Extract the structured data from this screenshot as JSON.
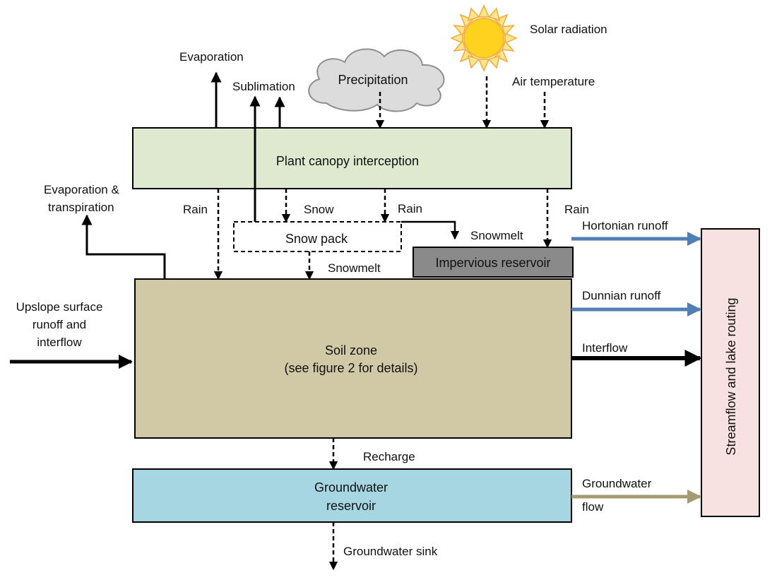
{
  "boxes": {
    "canopy": "Plant canopy interception",
    "snowpack": "Snow pack",
    "impervious": "Impervious reservoir",
    "soil_line1": "Soil zone",
    "soil_line2": "(see figure 2 for details)",
    "groundwater_line1": "Groundwater",
    "groundwater_line2": "reservoir",
    "streamflow": "Streamflow  and lake routing"
  },
  "inputs": {
    "solar": "Solar radiation",
    "precipitation": "Precipitation",
    "air_temperature": "Air temperature"
  },
  "fluxes": {
    "evaporation": "Evaporation",
    "sublimation": "Sublimation",
    "evap_transp_line1": "Evaporation &",
    "evap_transp_line2": "transpiration",
    "rain_left": "Rain",
    "snow": "Snow",
    "rain_mid": "Rain",
    "rain_right": "Rain",
    "snowmelt_upper": "Snowmelt",
    "snowmelt_lower": "Snowmelt",
    "hortonian": "Hortonian runoff",
    "dunnian": "Dunnian runoff",
    "interflow": "Interflow",
    "upslope_line1": "Upslope surface",
    "upslope_line2": "runoff and",
    "upslope_line3": "interflow",
    "recharge": "Recharge",
    "gw_flow_line1": "Groundwater",
    "gw_flow_line2": "flow",
    "gw_sink": "Groundwater sink"
  },
  "colors": {
    "canopy_fill": "#dfe9cf",
    "soil_fill": "#d1c8a6",
    "groundwater_fill": "#a6d6e2",
    "impervious_fill": "#8a8a8a",
    "streamflow_fill": "#f7e1e1",
    "runoff_arrow": "#4f7fb5",
    "gw_flow_arrow": "#a49b72",
    "cloud_fill": "#dcdcdc",
    "sun_fill": "#ffd21f",
    "sun_ray_fill": "#ffe58a",
    "sun_ray_stroke": "#f2a83a"
  }
}
